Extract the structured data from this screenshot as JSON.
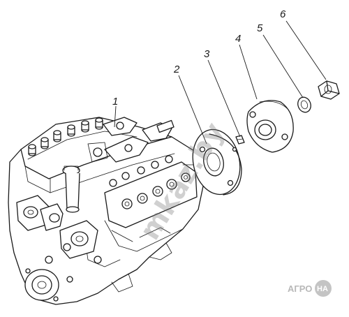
{
  "callouts": [
    "1",
    "2",
    "3",
    "4",
    "5",
    "6"
  ],
  "watermark": "mkaz.by",
  "logo": {
    "text": "АГРО",
    "badge": "НА"
  },
  "colors": {
    "ink": "#1a1a1a",
    "watermark": "#7a7a7a",
    "logo": "#b8b8b8"
  }
}
